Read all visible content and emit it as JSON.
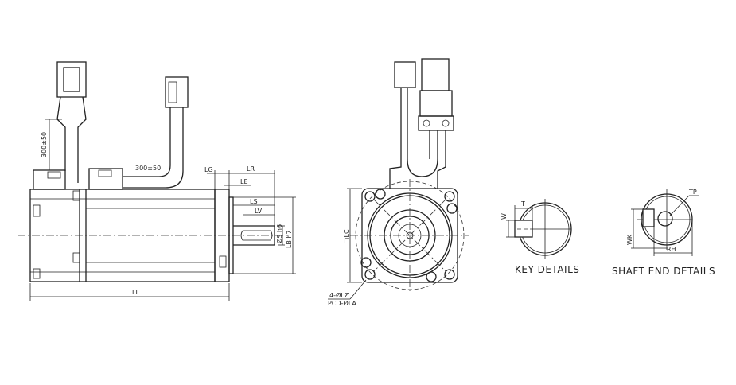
{
  "side_view": {
    "cable_length_1": "300±50",
    "cable_length_2": "300±50",
    "dim_lg": "LG",
    "dim_lr": "LR",
    "dim_le": "LE",
    "dim_ls": "LS",
    "dim_lv": "LV",
    "dim_shaft_dia": "ØS h6",
    "dim_spigot_dia": "LB h7",
    "dim_ll": "LL"
  },
  "front_view": {
    "dim_lc": "□LC",
    "dim_holes": "4-ØLZ",
    "dim_pcd": "PCD-ØLA"
  },
  "key_details": {
    "dim_t": "T",
    "dim_w": "W",
    "caption": "KEY DETAILS"
  },
  "shaft_end_details": {
    "dim_tp": "TP",
    "dim_wk": "WK",
    "dim_rh": "RH",
    "caption": "SHAFT END DETAILS"
  }
}
